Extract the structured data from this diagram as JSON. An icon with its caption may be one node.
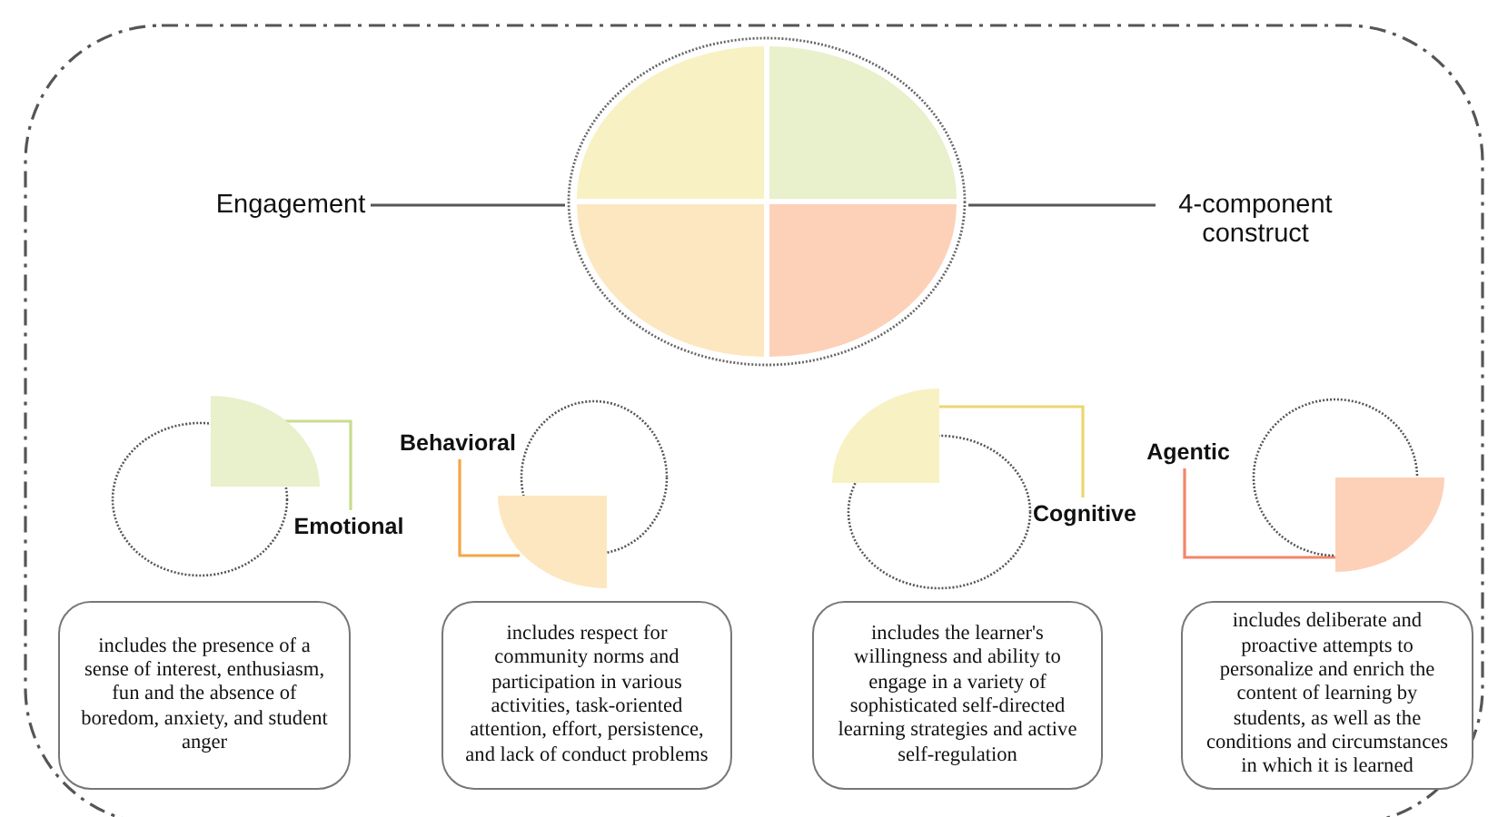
{
  "diagram": {
    "nodes": [
      {
        "text": [
          "Engagement"
        ]
      },
      {
        "text": [],
        "shape": "circle"
      },
      {
        "text": [
          "4-component construct"
        ]
      },
      {
        "text": [],
        "shape": "circle"
      },
      {
        "text": [
          "Behavioral"
        ]
      },
      {
        "text": [],
        "shape": "circle"
      },
      {
        "text": [],
        "shape": "circle"
      },
      {
        "text": [
          "Agentic"
        ]
      },
      {
        "text": [],
        "shape": "circle"
      },
      {
        "text": [
          "Emotional"
        ]
      },
      {
        "text": [
          "Cognitive"
        ]
      },
      {
        "text": [
          "includes the presence of a sense of interest, enthusiasm, fun and the absence of boredom, anxiety, and student anger"
        ]
      },
      {
        "text": [
          "includes respect for community norms and participation in various activities, task-oriented attention, effort, persistence, and lack of conduct problems"
        ]
      },
      {
        "text": [
          "includes the learner's willingness and ability to engage in a variety of sophisticated self-directed learning strategies and active self-regulation"
        ]
      },
      {
        "text": [
          "includes deliberate and proactive attempts to personalize and enrich the content of learning by students, as well as the conditions and circumstances in which it is learned"
        ]
      }
    ],
    "edges": [
      {
        "from": 0,
        "to": 1,
        "arrow": "none"
      },
      {
        "from": 1,
        "to": 2,
        "arrow": "none"
      },
      {
        "from": 3,
        "to": 9,
        "arrow": "none",
        "color": "#c9dc8f"
      },
      {
        "from": 4,
        "to": 5,
        "arrow": "none",
        "color": "#f4a646"
      },
      {
        "from": 6,
        "to": 10,
        "arrow": "none",
        "color": "#ecd670"
      },
      {
        "from": 7,
        "to": 8,
        "arrow": "none",
        "color": "#f4856a"
      }
    ]
  }
}
